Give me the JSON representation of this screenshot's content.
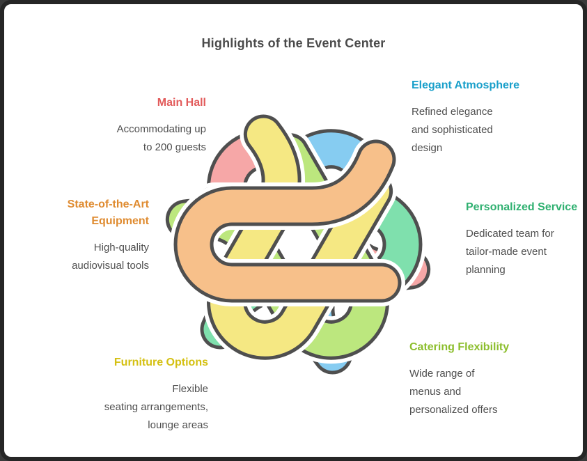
{
  "title": "Highlights of the Event Center",
  "colors": {
    "text": "#4f4f4f",
    "frame": "#262626",
    "background": "#ffffff",
    "outline": "#4f4f4f"
  },
  "sections": {
    "main_hall": {
      "heading": "Main Hall",
      "heading_color": "#e25b5b",
      "lines": [
        "Accommodating up",
        "to 200 guests"
      ]
    },
    "elegant_atmosphere": {
      "heading": "Elegant Atmosphere",
      "heading_color": "#189fca",
      "lines": [
        "Refined elegance",
        "and sophisticated",
        "design"
      ]
    },
    "equipment": {
      "heading": "State-of-the-Art Equipment",
      "heading_color": "#df8b30",
      "lines": [
        "High-quality",
        "audiovisual tools"
      ]
    },
    "personalized_service": {
      "heading": "Personalized Service",
      "heading_color": "#2fb070",
      "lines": [
        "Dedicated team for",
        "tailor-made event",
        "planning"
      ]
    },
    "furniture_options": {
      "heading": "Furniture Options",
      "heading_color": "#d4c011",
      "lines": [
        "Flexible",
        "seating arrangements,",
        "lounge areas"
      ]
    },
    "catering_flexibility": {
      "heading": "Catering Flexibility",
      "heading_color": "#8cbe2d",
      "lines": [
        "Wide range of",
        "menus and",
        "personalized offers"
      ]
    }
  },
  "graphic": {
    "description": "six-loop interlocking ribbon flower knot",
    "petals": [
      {
        "name": "main-hall",
        "color": "#f6a7a7"
      },
      {
        "name": "elegant-atmosphere",
        "color": "#86ccf1"
      },
      {
        "name": "personalized-service",
        "color": "#7fe0ad"
      },
      {
        "name": "catering-flexibility",
        "color": "#bce77e"
      },
      {
        "name": "furniture-options",
        "color": "#f5e883"
      },
      {
        "name": "equipment",
        "color": "#f7c08a"
      }
    ]
  }
}
